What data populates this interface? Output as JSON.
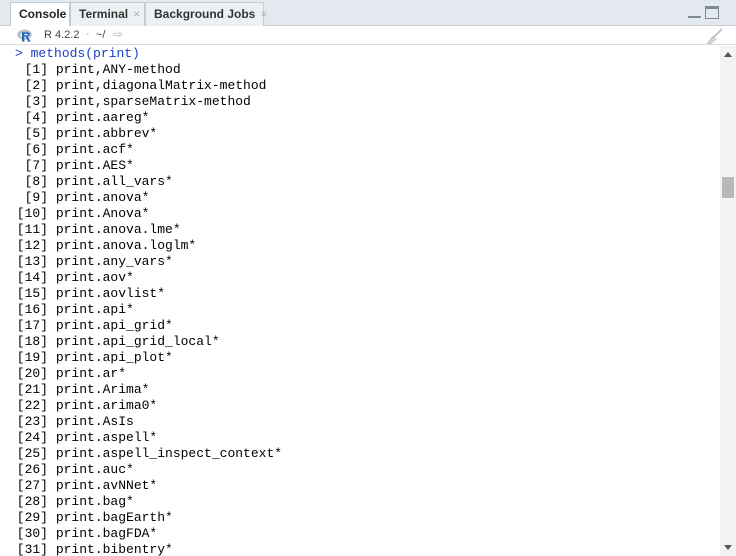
{
  "tabs": [
    {
      "label": "Console",
      "active": true,
      "closable": false
    },
    {
      "label": "Terminal",
      "active": false,
      "closable": true
    },
    {
      "label": "Background Jobs",
      "active": false,
      "closable": true
    }
  ],
  "tab_close_glyph": "×",
  "window_controls": {
    "minimize_icon": "minimize-icon",
    "maximize_icon": "maximize-icon"
  },
  "infobar": {
    "r_version": "R 4.2.2",
    "separator": "·",
    "working_dir": "~/",
    "goto_dir_icon": "arrow-right-icon",
    "clear_console_icon": "broom-icon"
  },
  "console": {
    "prompt": ">",
    "command": "methods(print)",
    "prompt_color": "#1b3ec8",
    "output": [
      {
        "idx": "[1]",
        "text": "print,ANY-method"
      },
      {
        "idx": "[2]",
        "text": "print,diagonalMatrix-method"
      },
      {
        "idx": "[3]",
        "text": "print,sparseMatrix-method"
      },
      {
        "idx": "[4]",
        "text": "print.aareg*"
      },
      {
        "idx": "[5]",
        "text": "print.abbrev*"
      },
      {
        "idx": "[6]",
        "text": "print.acf*"
      },
      {
        "idx": "[7]",
        "text": "print.AES*"
      },
      {
        "idx": "[8]",
        "text": "print.all_vars*"
      },
      {
        "idx": "[9]",
        "text": "print.anova*"
      },
      {
        "idx": "[10]",
        "text": "print.Anova*"
      },
      {
        "idx": "[11]",
        "text": "print.anova.lme*"
      },
      {
        "idx": "[12]",
        "text": "print.anova.loglm*"
      },
      {
        "idx": "[13]",
        "text": "print.any_vars*"
      },
      {
        "idx": "[14]",
        "text": "print.aov*"
      },
      {
        "idx": "[15]",
        "text": "print.aovlist*"
      },
      {
        "idx": "[16]",
        "text": "print.api*"
      },
      {
        "idx": "[17]",
        "text": "print.api_grid*"
      },
      {
        "idx": "[18]",
        "text": "print.api_grid_local*"
      },
      {
        "idx": "[19]",
        "text": "print.api_plot*"
      },
      {
        "idx": "[20]",
        "text": "print.ar*"
      },
      {
        "idx": "[21]",
        "text": "print.Arima*"
      },
      {
        "idx": "[22]",
        "text": "print.arima0*"
      },
      {
        "idx": "[23]",
        "text": "print.AsIs"
      },
      {
        "idx": "[24]",
        "text": "print.aspell*"
      },
      {
        "idx": "[25]",
        "text": "print.aspell_inspect_context*"
      },
      {
        "idx": "[26]",
        "text": "print.auc*"
      },
      {
        "idx": "[27]",
        "text": "print.avNNet*"
      },
      {
        "idx": "[28]",
        "text": "print.bag*"
      },
      {
        "idx": "[29]",
        "text": "print.bagEarth*"
      },
      {
        "idx": "[30]",
        "text": "print.bagFDA*"
      },
      {
        "idx": "[31]",
        "text": "print.bibentry*"
      }
    ]
  },
  "scrollbar": {
    "position_fraction": 0.26
  }
}
